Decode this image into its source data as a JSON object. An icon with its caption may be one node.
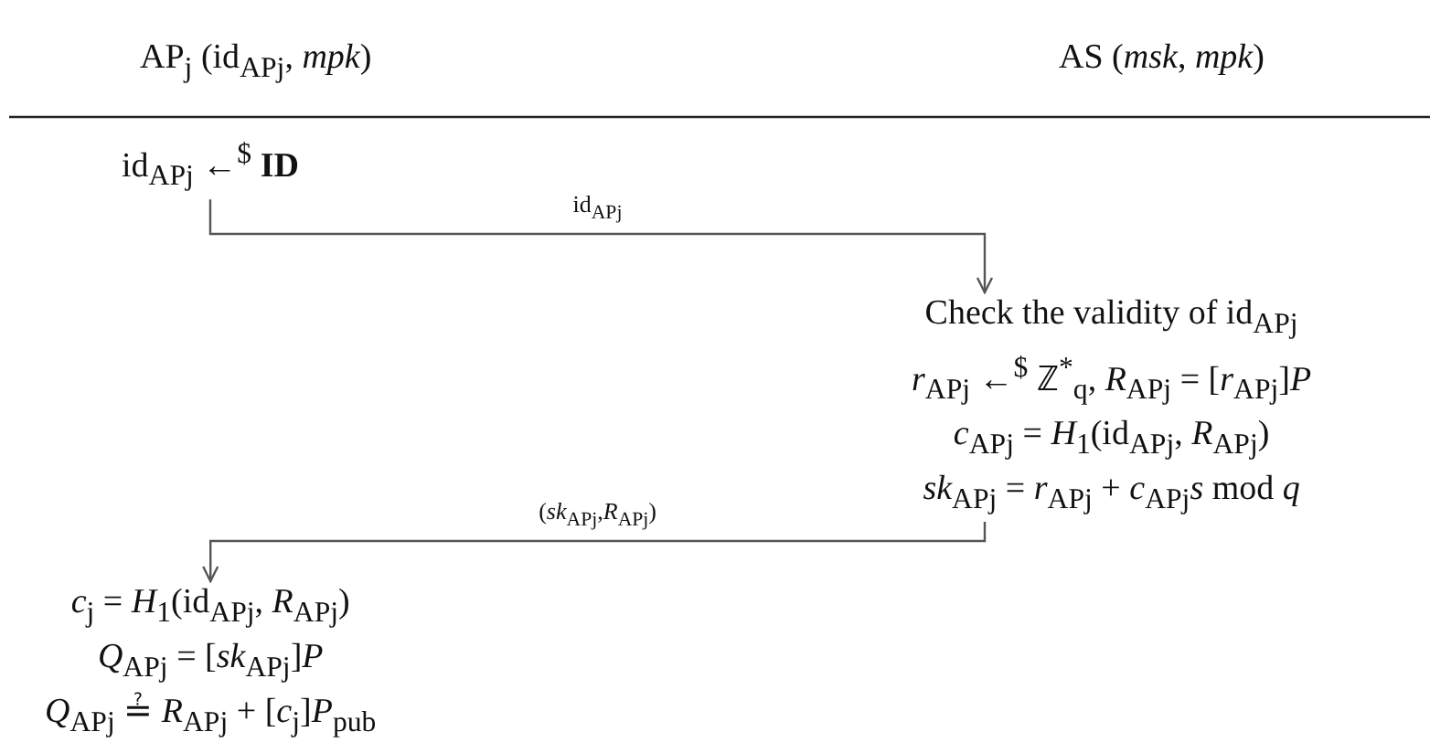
{
  "diagram": {
    "nodes": [
      {
        "text": [
          "AP$_{j}$ (id$_{APj}$, *mpk*)"
        ]
      },
      {
        "text": [
          "AS (*msk*, *mpk*)"
        ]
      },
      {
        "text": [
          "id$_{APj}$ ←$^{$}$ **ID**"
        ]
      },
      {
        "text": [
          "Check the validity of id$_{APj}$",
          "*r*$_{APj}$ ←$^{$}$ ℤ$^{*}$$_{q}$, *R*$_{APj}$ = [*r*$_{APj}$]*P*",
          "*c*$_{APj}$ = *H*$_{1}$(id$_{APj}$, *R*$_{APj}$)",
          "*sk*$_{APj}$ = *r*$_{APj}$ + *c*$_{APj}$*s* mod *q*"
        ]
      },
      {
        "text": [
          "*c*$_{j}$ = *H*$_{1}$(id$_{APj}$, *R*$_{APj}$)",
          "*Q*$_{APj}$ = [*sk*$_{APj}$]*P*",
          "*Q*$_{APj}$ ≟ *R*$_{APj}$ + [*c*$_{j}$]*P*$_{pub}$"
        ]
      }
    ],
    "edges": [
      {
        "from": 2,
        "to": 3,
        "arrow": "to",
        "label": "id$_{APj}$"
      },
      {
        "from": 3,
        "to": 4,
        "arrow": "to",
        "label": "(*sk*$_{APj}$,*R*$_{APj}$)"
      }
    ]
  }
}
